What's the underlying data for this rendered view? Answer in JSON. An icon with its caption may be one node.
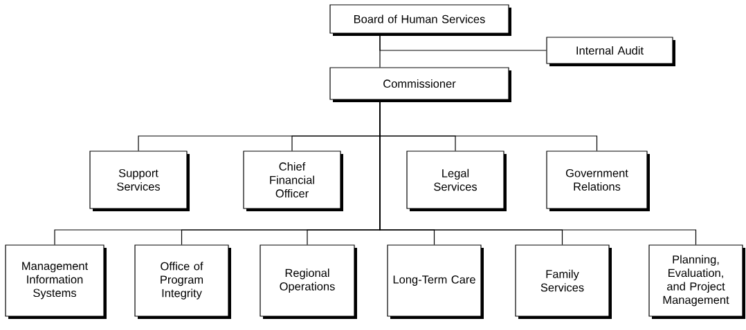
{
  "diagram": {
    "nodes": [
      {
        "text": [
          "Board of Human Services"
        ]
      },
      {
        "text": [
          "Internal Audit"
        ]
      },
      {
        "text": [
          "Commissioner"
        ]
      },
      {
        "text": [
          "Support Services"
        ]
      },
      {
        "text": [
          "Chief Financial Officer"
        ]
      },
      {
        "text": [
          "Legal Services"
        ]
      },
      {
        "text": [
          "Government Relations"
        ]
      },
      {
        "text": [
          "Management Information Systems"
        ]
      },
      {
        "text": [
          "Office of Program Integrity"
        ]
      },
      {
        "text": [
          "Regional Operations"
        ]
      },
      {
        "text": [
          "Long-Term Care"
        ]
      },
      {
        "text": [
          "Family Services"
        ]
      },
      {
        "text": [
          "Planning, Evaluation, and Project Management"
        ]
      }
    ],
    "edges": [
      {
        "from": 0,
        "to": 1,
        "arrow": "none"
      },
      {
        "from": 0,
        "to": 2,
        "arrow": "none"
      },
      {
        "from": 2,
        "to": 3,
        "arrow": "none"
      },
      {
        "from": 2,
        "to": 4,
        "arrow": "none"
      },
      {
        "from": 2,
        "to": 5,
        "arrow": "none"
      },
      {
        "from": 2,
        "to": 6,
        "arrow": "none"
      },
      {
        "from": 2,
        "to": 7,
        "arrow": "none"
      },
      {
        "from": 2,
        "to": 8,
        "arrow": "none"
      },
      {
        "from": 2,
        "to": 9,
        "arrow": "none"
      },
      {
        "from": 2,
        "to": 10,
        "arrow": "none"
      },
      {
        "from": 2,
        "to": 11,
        "arrow": "none"
      },
      {
        "from": 2,
        "to": 12,
        "arrow": "none"
      }
    ]
  }
}
